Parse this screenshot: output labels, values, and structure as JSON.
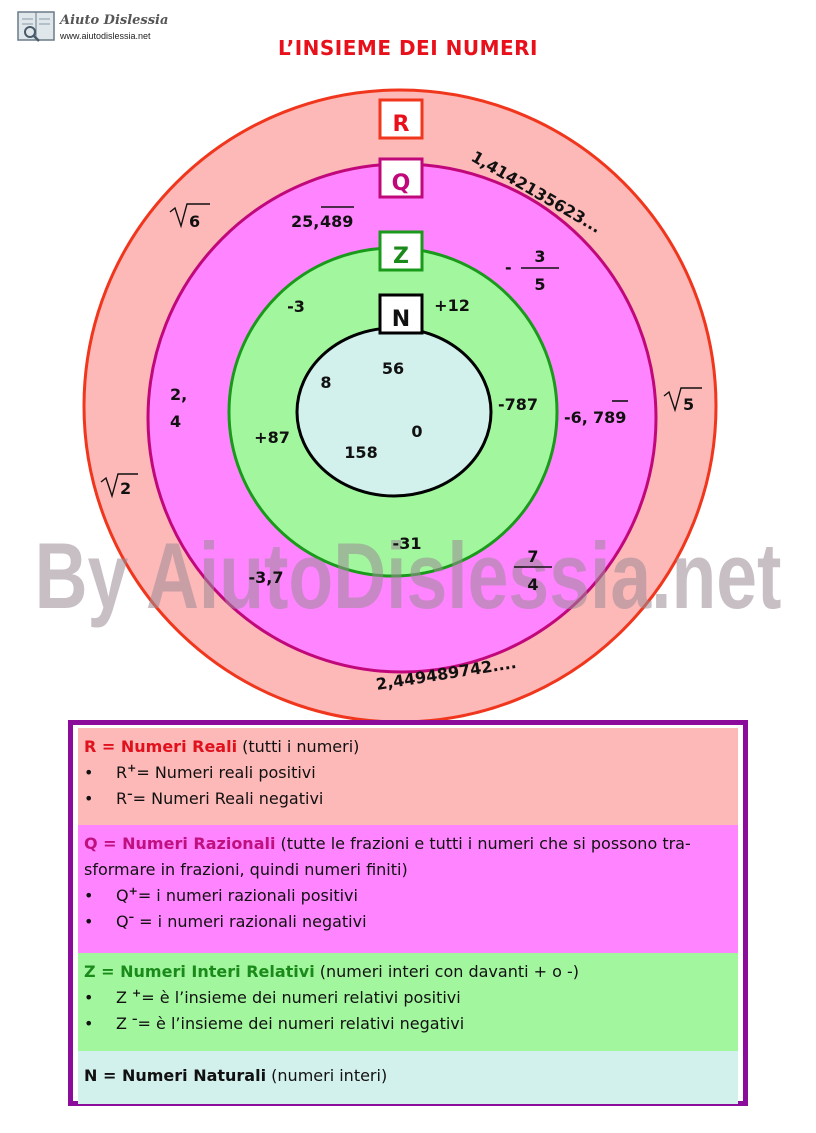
{
  "header": {
    "logo_name": "Aiuto Dislessia",
    "logo_url": "www.aiutodislessia.net",
    "title": "L’INSIEME DEI NUMERI"
  },
  "watermark": "By AiutoDislessia.net",
  "diagram": {
    "sets": [
      {
        "letter": "R",
        "color": "#f0361c",
        "fill": "#fdb8b8"
      },
      {
        "letter": "Q",
        "color": "#c0087a",
        "fill": "#ff84ff"
      },
      {
        "letter": "Z",
        "color": "#1a9a1a",
        "fill": "#a2f79e"
      },
      {
        "letter": "N",
        "color": "#000000",
        "fill": "#d2f0ec"
      }
    ],
    "N_values": {
      "v56": "56",
      "v8": "8",
      "v0": "0",
      "v158": "158"
    },
    "Z_values": {
      "m3": "-3",
      "p12": "+12",
      "m787": "-787",
      "p87": "+87",
      "m31": "-31"
    },
    "Q_values": {
      "rep1_int": "25,",
      "rep1_dec": "489",
      "rep2_int": "-6,",
      "rep2_dec": "789",
      "dec_a": "2,",
      "dec_b": "4",
      "neg": "-3,7",
      "frac1_sign": "-",
      "frac1_num": "3",
      "frac1_den": "5",
      "frac2_num": "7",
      "frac2_den": "4"
    },
    "R_values": {
      "sqrt6": "6",
      "sqrt5": "5",
      "sqrt2": "2",
      "irr1": "1,4142135623...",
      "irr2": "2,449489742...."
    }
  },
  "legend": {
    "R": {
      "title": "R = Numeri Reali",
      "desc": " (tutti i numeri)",
      "items": [
        {
          "sym": "R",
          "sup": "+",
          "text": "= Numeri reali positivi"
        },
        {
          "sym": "R",
          "sup": "–",
          "text": "= Numeri Reali negativi"
        }
      ]
    },
    "Q": {
      "title": "Q  = Numeri Razionali",
      "desc": " (tutte le frazioni e tutti i numeri che si possono tra-sformare in frazioni, quindi numeri finiti)",
      "items": [
        {
          "sym": "Q",
          "sup": "+",
          "text": "= i numeri razionali positivi"
        },
        {
          "sym": "Q",
          "sup": "–",
          "text": " = i numeri razionali negativi"
        }
      ]
    },
    "Z": {
      "title": "Z = Numeri Interi Relativi",
      "desc": " (numeri interi con davanti + o -)",
      "items": [
        {
          "sym": "Z ",
          "sup": "+",
          "text": "= è l’insieme dei numeri relativi positivi"
        },
        {
          "sym": "Z ",
          "sup": "–",
          "text": "= è l’insieme dei numeri relativi negativi"
        }
      ]
    },
    "N": {
      "title": "N = Numeri Naturali",
      "desc": " (numeri interi)"
    }
  }
}
